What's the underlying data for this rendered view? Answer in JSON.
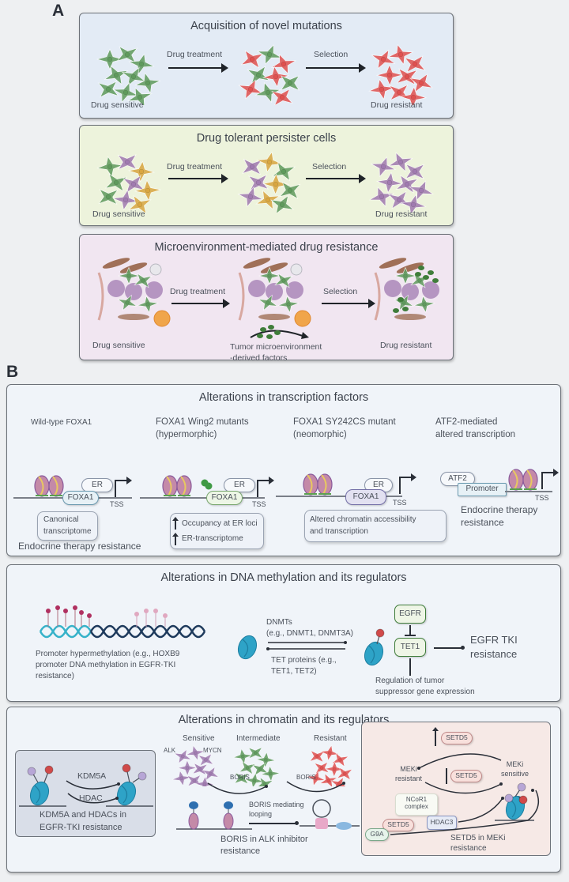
{
  "panels": {
    "A": {
      "letter": "A",
      "boxes": [
        {
          "title": "Acquisition of novel mutations",
          "bg": "#e3ebf5",
          "left_label": "Drug sensitive",
          "arrow1": "Drug treatment",
          "arrow2": "Selection",
          "right_label": "Drug resistant",
          "cells": {
            "left": [
              "green"
            ],
            "middle": [
              "green",
              "red"
            ],
            "right": [
              "red"
            ]
          }
        },
        {
          "title": "Drug tolerant persister cells",
          "bg": "#edf3dc",
          "left_label": "Drug sensitive",
          "arrow1": "Drug treatment",
          "arrow2": "Selection",
          "right_label": "Drug resistant",
          "cells": {
            "left": [
              "green",
              "purple",
              "orange"
            ],
            "middle": [
              "green",
              "purple",
              "orange"
            ],
            "right": [
              "purple"
            ]
          }
        },
        {
          "title": "Microenvironment-mediated drug resistance",
          "bg": "#f1e6f1",
          "left_label": "Drug sensitive",
          "arrow1": "Drug treatment",
          "arrow2": "Selection",
          "middle_label_line1": "Tumor microenvironment",
          "middle_label_line2": "-derived factors",
          "right_label": "Drug resistant"
        }
      ]
    },
    "B": {
      "letter": "B",
      "transcription": {
        "title": "Alterations in transcription factors",
        "wildtype": {
          "title": "Wild-type FOXA1",
          "er": "ER",
          "foxa1": "FOXA1",
          "tss": "TSS",
          "callout_line1": "Canonical",
          "callout_line2": "transcriptome",
          "footer": "Endocrine therapy resistance"
        },
        "wing2": {
          "title_line1": "FOXA1 Wing2 mutants",
          "title_line2": "(hypermorphic)",
          "er": "ER",
          "foxa1": "FOXA1",
          "tss": "TSS",
          "callout_line1": "Occupancy at ER loci",
          "callout_line2": "ER-transcriptome"
        },
        "sy242cs": {
          "title_line1": "FOXA1 SY242CS mutant",
          "title_line2": "(neomorphic)",
          "er": "ER",
          "foxa1": "FOXA1",
          "tss": "TSS",
          "callout_line1": "Altered chromatin accessibility",
          "callout_line2": "and transcription"
        },
        "atf2": {
          "title_line1": "ATF2-mediated",
          "title_line2": "altered transcription",
          "atf2": "ATF2",
          "promoter": "Promoter",
          "tss": "TSS",
          "footer_line1": "Endocrine therapy",
          "footer_line2": "resistance"
        }
      },
      "methylation": {
        "title": "Alterations in DNA methylation and its regulators",
        "dna_caption_line1": "Promoter hypermethylation (e.g., HOXB9",
        "dna_caption_line2": "promoter DNA methylation in EGFR-TKI",
        "dna_caption_line3": "resistance)",
        "dnmt_line1": "DNMTs",
        "dnmt_line2": "(e.g., DNMT1, DNMT3A)",
        "tet_line1": "TET proteins (e.g.,",
        "tet_line2": "TET1, TET2)",
        "egfr": "EGFR",
        "tet1": "TET1",
        "result_line1": "EGFR TKI",
        "result_line2": "resistance",
        "regulation_line1": "Regulation of tumor",
        "regulation_line2": "suppressor gene expression"
      },
      "chromatin": {
        "title": "Alterations in chromatin and its regulators",
        "kdm": {
          "kdm5a": "KDM5A",
          "hdac": "HDAC",
          "caption_line1": "KDM5A and HDACs in",
          "caption_line2": "EGFR-TKI resistance"
        },
        "boris": {
          "sensitive": "Sensitive",
          "intermediate": "Intermediate",
          "resistant": "Resistant",
          "alk": "ALK",
          "mycn": "MYCN",
          "boris1": "BORIS",
          "boris2": "BORIS",
          "looping_line1": "BORIS mediating",
          "looping_line2": "looping",
          "caption_line1": "BORIS in ALK inhibitor",
          "caption_line2": "resistance"
        },
        "setd5": {
          "setd5_top": "SETD5",
          "setd5_mid": "SETD5",
          "meki_resistant_line1": "MEKi",
          "meki_resistant_line2": "resistant",
          "meki_sensitive_line1": "MEKi",
          "meki_sensitive_line2": "sensitive",
          "ncor1_line1": "NCoR1",
          "ncor1_line2": "complex",
          "setd5_complex": "SETD5",
          "hdac3": "HDAC3",
          "g9a": "G9A",
          "caption_line1": "SETD5 in MEKi",
          "caption_line2": "resistance"
        }
      }
    }
  },
  "colors": {
    "cell_green": "#5f9a5c",
    "cell_red": "#e0504f",
    "cell_purple": "#a07ab0",
    "cell_orange": "#d9a640",
    "nucleosome_blue": "#2ea3c7",
    "mark_red": "#d04a4a",
    "mark_purple": "#b7a6d6"
  }
}
